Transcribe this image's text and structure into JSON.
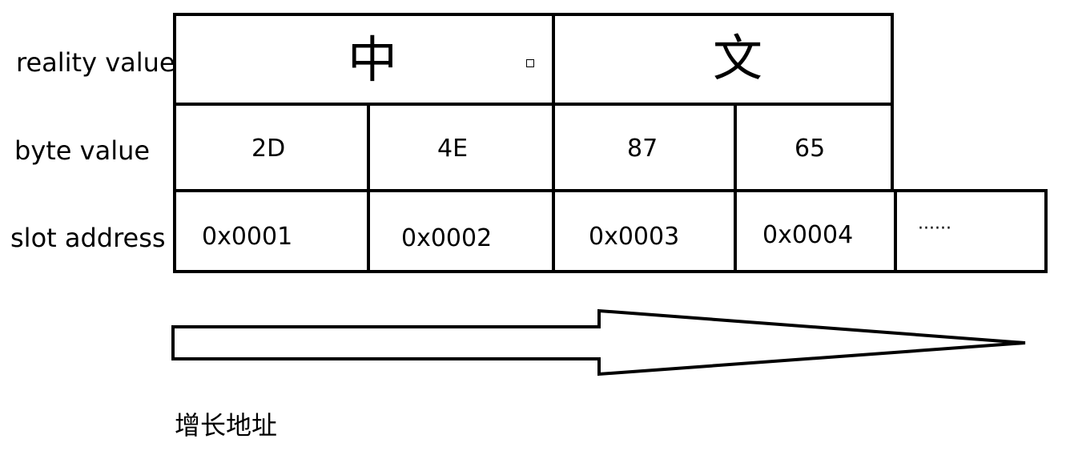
{
  "rows": {
    "reality": {
      "label": "reality value",
      "cells": [
        "中",
        "文"
      ]
    },
    "byte": {
      "label": "byte value",
      "cells": [
        "2D",
        "4E",
        "87",
        "65"
      ]
    },
    "address": {
      "label": "slot address",
      "cells": [
        "0x0001",
        "0x0002",
        "0x0003",
        "0x0004",
        "······"
      ]
    }
  },
  "arrow": {
    "caption": "增长地址"
  }
}
